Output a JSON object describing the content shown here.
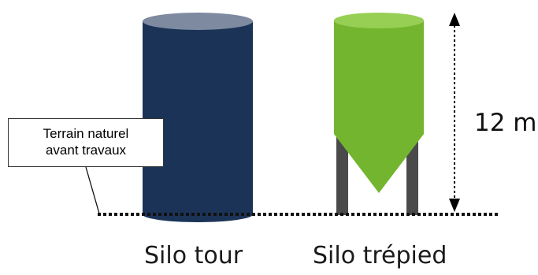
{
  "callout": {
    "line1": "Terrain naturel",
    "line2": "avant travaux"
  },
  "height_label": "12 m",
  "silos": {
    "tower": {
      "label": "Silo tour",
      "color": "#1b3357",
      "top_color": "#7d8aa0"
    },
    "tripod": {
      "label": "Silo trépied",
      "color": "#74b52f",
      "top_color": "#97cf54",
      "leg_color": "#4a4a4a"
    }
  },
  "ground_line_color": "#111111"
}
